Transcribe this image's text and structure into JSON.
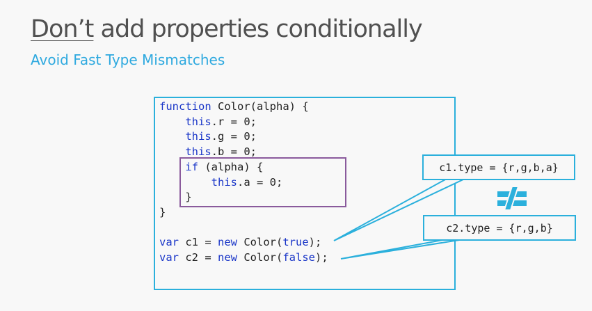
{
  "slide": {
    "title_underlined": "Don’t",
    "title_rest": " add properties conditionally",
    "subtitle": "Avoid Fast Type Mismatches"
  },
  "code": {
    "lines": [
      [
        {
          "t": "function ",
          "kw": true
        },
        {
          "t": "Color(alpha) {",
          "kw": false
        }
      ],
      [
        {
          "t": "    ",
          "kw": false
        },
        {
          "t": "this",
          "kw": true
        },
        {
          "t": ".r = 0;",
          "kw": false
        }
      ],
      [
        {
          "t": "    ",
          "kw": false
        },
        {
          "t": "this",
          "kw": true
        },
        {
          "t": ".g = 0;",
          "kw": false
        }
      ],
      [
        {
          "t": "    ",
          "kw": false
        },
        {
          "t": "this",
          "kw": true
        },
        {
          "t": ".b = 0;",
          "kw": false
        }
      ],
      [
        {
          "t": "    ",
          "kw": false
        },
        {
          "t": "if",
          "kw": true
        },
        {
          "t": " (alpha) {",
          "kw": false
        }
      ],
      [
        {
          "t": "        ",
          "kw": false
        },
        {
          "t": "this",
          "kw": true
        },
        {
          "t": ".a = 0;",
          "kw": false
        }
      ],
      [
        {
          "t": "    }",
          "kw": false
        }
      ],
      [
        {
          "t": "}",
          "kw": false
        }
      ],
      [
        {
          "t": "",
          "kw": false
        }
      ],
      [
        {
          "t": "var",
          "kw": true
        },
        {
          "t": " c1 = ",
          "kw": false
        },
        {
          "t": "new",
          "kw": true
        },
        {
          "t": " Color(",
          "kw": false
        },
        {
          "t": "true",
          "kw": true
        },
        {
          "t": ");",
          "kw": false
        }
      ],
      [
        {
          "t": "var",
          "kw": true
        },
        {
          "t": " c2 = ",
          "kw": false
        },
        {
          "t": "new",
          "kw": true
        },
        {
          "t": " Color(",
          "kw": false
        },
        {
          "t": "false",
          "kw": true
        },
        {
          "t": ");",
          "kw": false
        }
      ]
    ]
  },
  "callouts": {
    "c1_type": "c1.type = {r,g,b,a}",
    "c2_type": "c2.type = {r,g,b}"
  },
  "colors": {
    "accent": "#2bb0dc",
    "keyword": "#1a36c8",
    "highlight_box": "#8a5a9c",
    "title": "#505050",
    "subtitle": "#2ea9df"
  },
  "icons": {
    "not_equal": "not-equal-icon"
  }
}
